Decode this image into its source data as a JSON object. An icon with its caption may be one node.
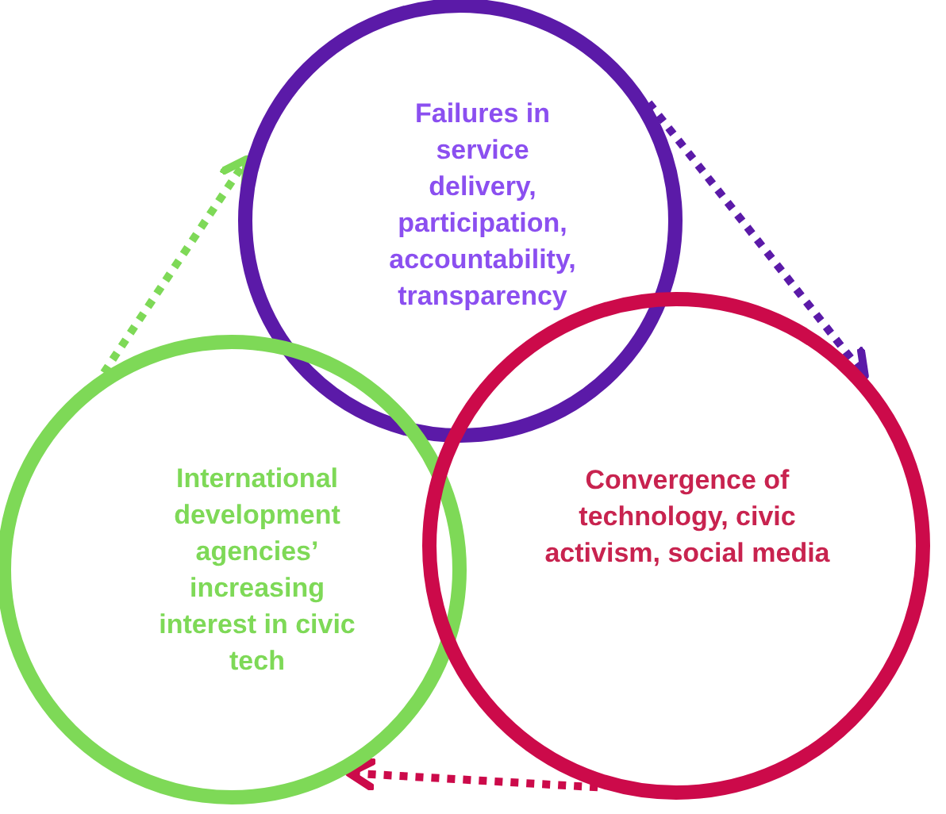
{
  "diagram": {
    "nodes": [
      {
        "text": [
          "Failures in service delivery, participation, accountability, transparency"
        ]
      },
      {
        "text": [
          "International development agencies’ increasing interest in civic tech"
        ]
      },
      {
        "text": [
          "Convergence of technology, civic activism, social media"
        ]
      }
    ],
    "edges": [
      {
        "from": 1,
        "to": 0,
        "arrow": "to",
        "style": "dashed",
        "color": "#7ed957"
      },
      {
        "from": 0,
        "to": 2,
        "arrow": "to",
        "style": "dashed",
        "color": "#5b1aa8"
      },
      {
        "from": 2,
        "to": 1,
        "arrow": "to",
        "style": "dashed",
        "color": "#cc0a4a"
      }
    ]
  }
}
